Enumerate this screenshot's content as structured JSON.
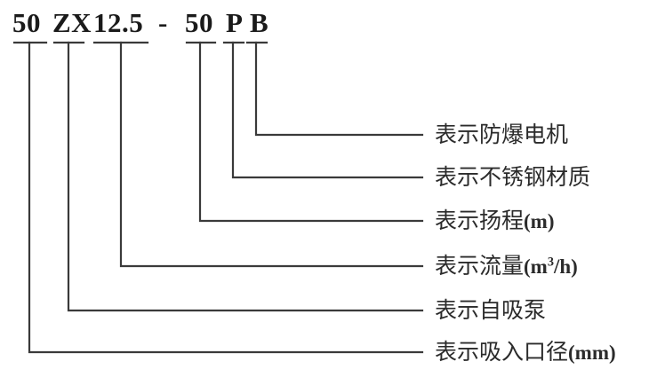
{
  "diagram": {
    "title": "50 ZX 12.5 - 50 P B",
    "background_color": "#ffffff",
    "line_color": "#3a3a3a",
    "text_color": "#2b2b2b",
    "model_tokens": [
      {
        "text": "50",
        "name": "model-token-suction-diameter"
      },
      {
        "text": "ZX",
        "name": "model-token-series"
      },
      {
        "text": "12.5",
        "name": "model-token-flow"
      },
      {
        "text": "-",
        "name": "model-token-dash"
      },
      {
        "text": "50",
        "name": "model-token-head"
      },
      {
        "text": "P",
        "name": "model-token-stainless"
      },
      {
        "text": "B",
        "name": "model-token-explosionproof"
      }
    ],
    "callouts": [
      {
        "label": "表示防爆电机",
        "unit": "",
        "unit_sup": "",
        "unit_tail": ""
      },
      {
        "label": "表示不锈钢材质",
        "unit": "",
        "unit_sup": "",
        "unit_tail": ""
      },
      {
        "label": "表示扬程",
        "unit": "(m)",
        "unit_sup": "",
        "unit_tail": ""
      },
      {
        "label": "表示流量",
        "unit": "(m",
        "unit_sup": "3",
        "unit_tail": "/h)"
      },
      {
        "label": "表示自吸泵",
        "unit": "",
        "unit_sup": "",
        "unit_tail": ""
      },
      {
        "label": "表示吸入口径",
        "unit": "(mm)",
        "unit_sup": "",
        "unit_tail": ""
      }
    ]
  }
}
